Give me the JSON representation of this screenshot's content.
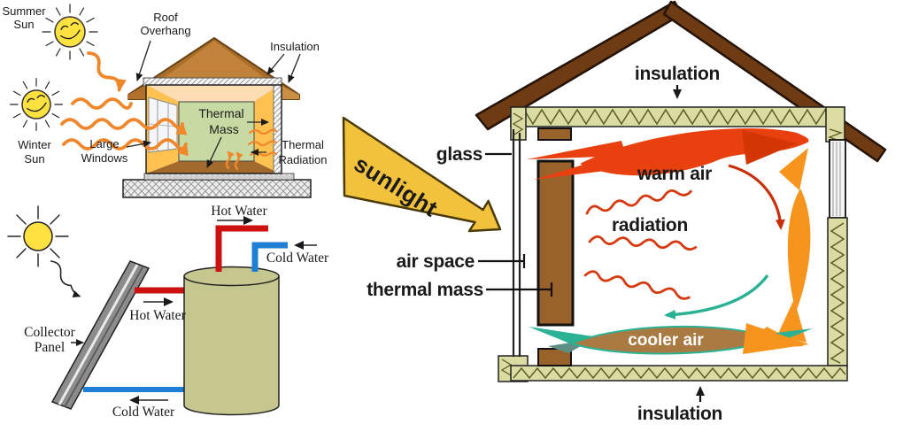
{
  "passive_design": {
    "summer_sun_l1": "Summer",
    "summer_sun_l2": "Sun",
    "winter_sun_l1": "Winter",
    "winter_sun_l2": "Sun",
    "roof_overhang_l1": "Roof",
    "roof_overhang_l2": "Overhang",
    "insulation": "Insulation",
    "thermal_mass_l1": "Thermal",
    "thermal_mass_l2": "Mass",
    "large_windows_l1": "Large",
    "large_windows_l2": "Windows",
    "thermal_radiation_l1": "Thermal",
    "thermal_radiation_l2": "Radiation"
  },
  "water_heater": {
    "tank_hot_out": "Hot Water",
    "tank_cold_in": "Cold Water",
    "collector_hot": "Hot Water",
    "collector_cold": "Cold Water",
    "collector_l1": "Collector",
    "collector_l2": "Panel"
  },
  "trombe": {
    "sunlight": "sunlight",
    "insulation_top": "insulation",
    "glass": "glass",
    "warm_air": "warm air",
    "radiation": "radiation",
    "air_space": "air space",
    "thermal_mass": "thermal mass",
    "cooler_air": "cooler air",
    "insulation_bottom": "insulation"
  },
  "colors": {
    "sun_yellow": "#FFE23F",
    "ray_orange": "#F0882B",
    "sunlight_yellow": "#F3C23C",
    "warm_red": "#E8400F",
    "flow_orange": "#F7941E",
    "cool_teal": "#2BB295",
    "roof_brown_large": "#6E3B13",
    "roof_brown_small": "#A96C29",
    "insulation_khaki": "#DBDCA4",
    "thermal_mass_brown": "#99622B",
    "interior_green": "#C8DAA4",
    "wall_yellow": "#FFC14F",
    "ceiling_peach": "#FBDCB3",
    "floor_brown": "#A36A2E",
    "pipe_red": "#CC1111",
    "pipe_blue": "#1E7FD6",
    "tank_olive": "#C6C78E",
    "panel_gray": "#8C8C8C"
  }
}
